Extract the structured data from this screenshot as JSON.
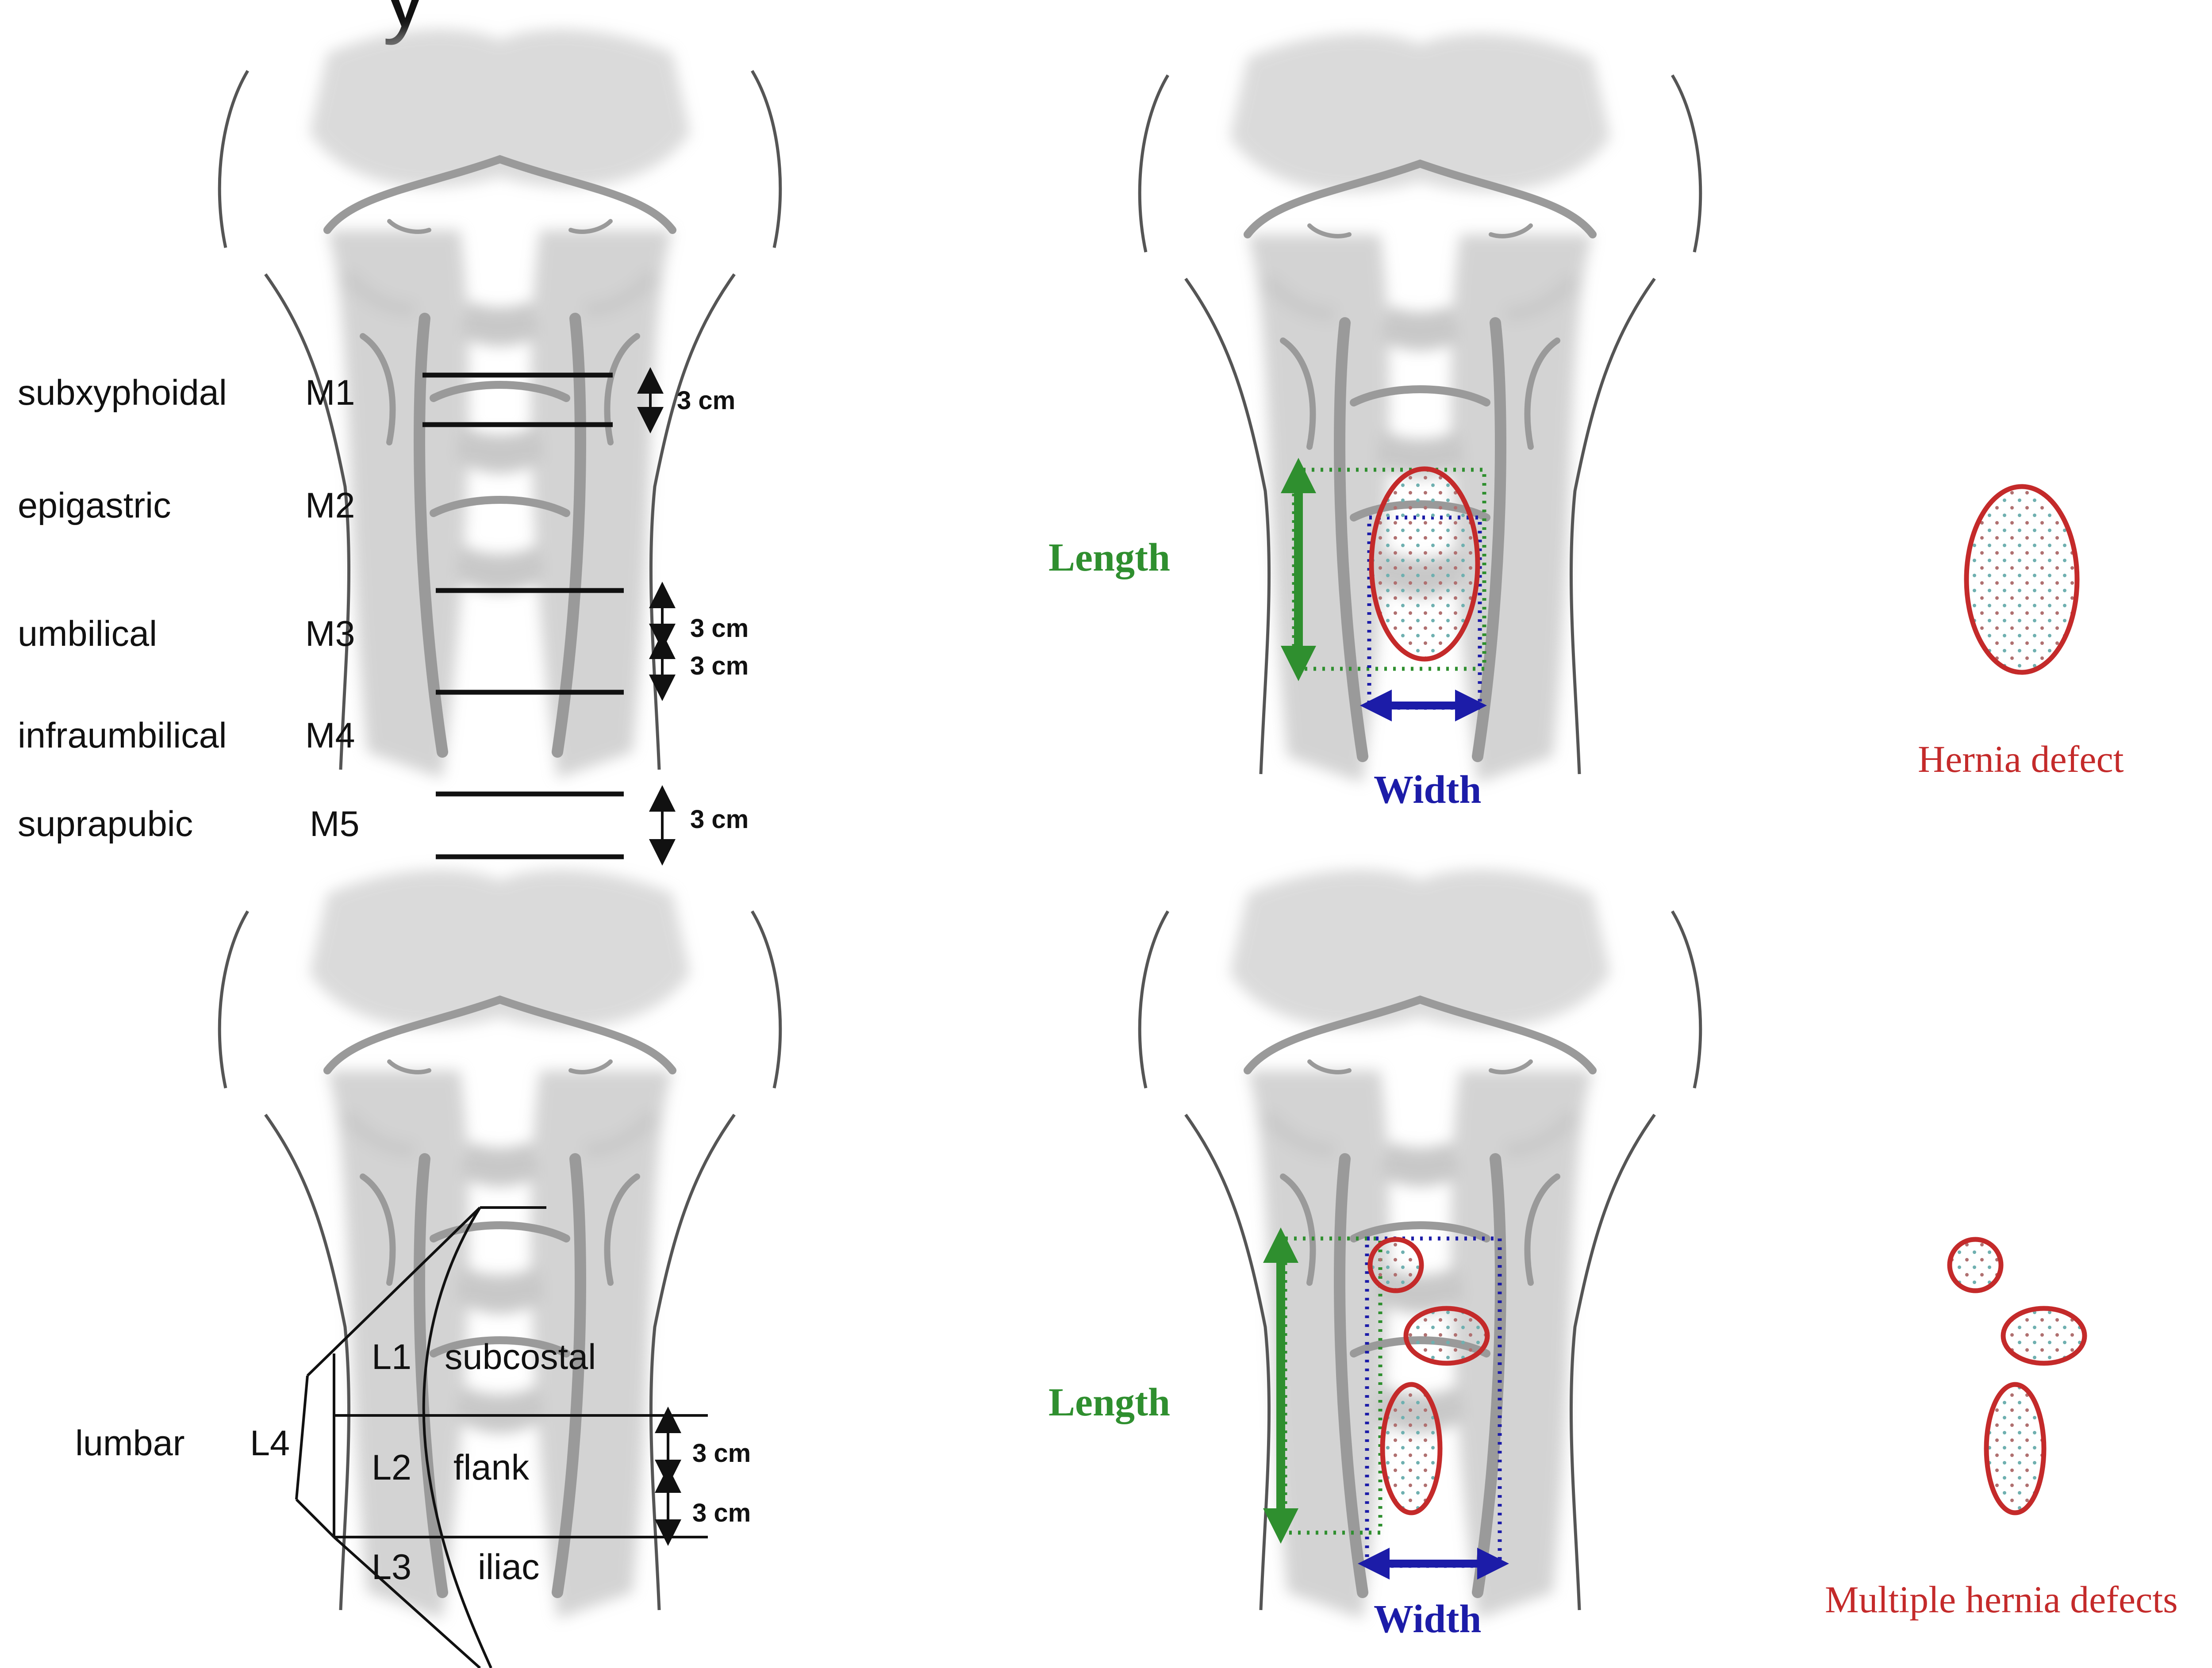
{
  "partial_label": "y",
  "midline_zones": [
    {
      "name": "subxyphoidal",
      "code": "M1"
    },
    {
      "name": "epigastric",
      "code": "M2"
    },
    {
      "name": "umbilical",
      "code": "M3"
    },
    {
      "name": "infraumbilical",
      "code": "M4"
    },
    {
      "name": "suprapubic",
      "code": "M5"
    }
  ],
  "midline_distances": [
    "3 cm",
    "3 cm",
    "3 cm",
    "3 cm"
  ],
  "lateral_zones": [
    {
      "code": "L1",
      "name": "subcostal"
    },
    {
      "code": "L2",
      "name": "flank"
    },
    {
      "code": "L3",
      "name": "iliac"
    }
  ],
  "lumbar": {
    "name": "lumbar",
    "code": "L4"
  },
  "lateral_distances": [
    "3 cm",
    "3 cm"
  ],
  "measure_labels": {
    "length": "Length",
    "width": "Width"
  },
  "defect_labels": {
    "single": "Hernia defect",
    "multiple": "Multiple hernia defects"
  },
  "colors": {
    "length": "#2f8f2f",
    "width": "#1c1ca8",
    "defect": "#c42a2a",
    "dots": "#6fb0b0"
  }
}
